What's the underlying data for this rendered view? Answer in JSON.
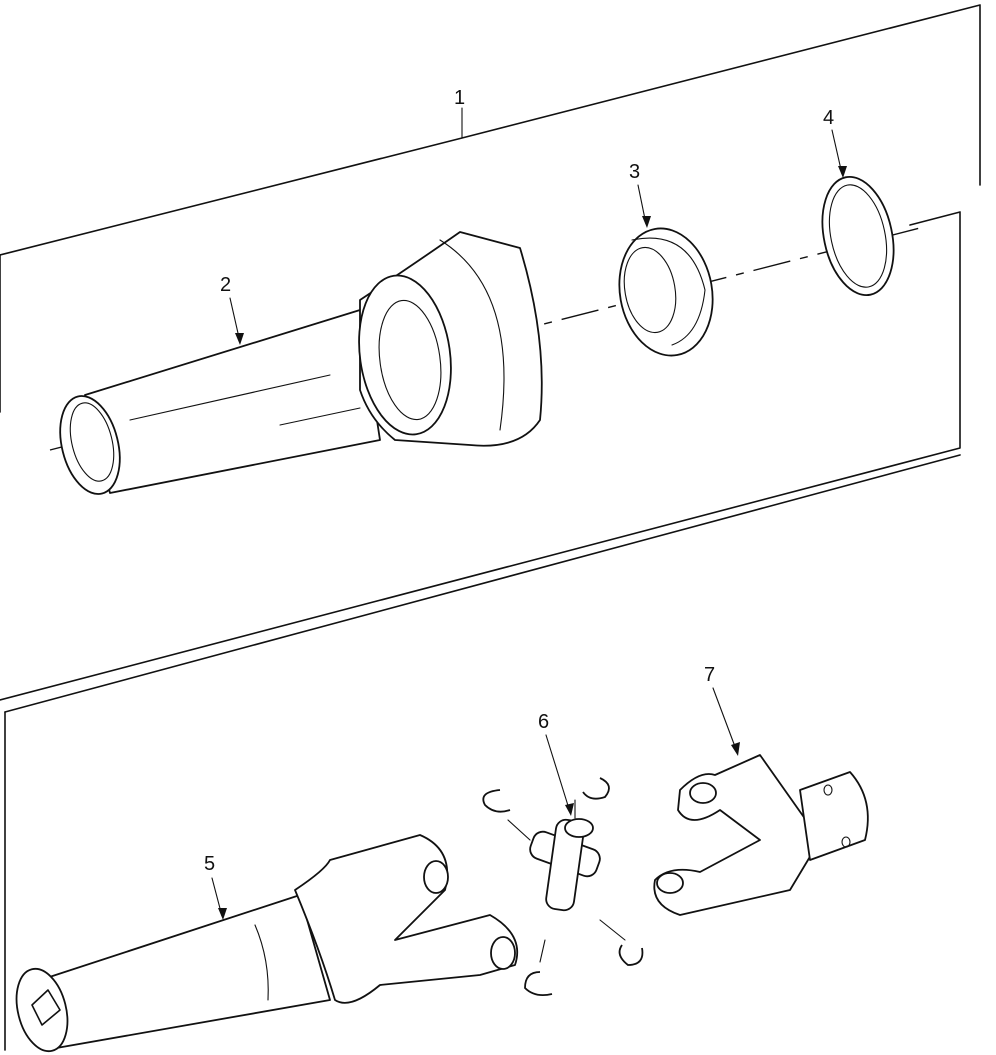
{
  "callouts": {
    "item1": "1",
    "item2": "2",
    "item3": "3",
    "item4": "4",
    "item5": "5",
    "item6": "6",
    "item7": "7"
  }
}
